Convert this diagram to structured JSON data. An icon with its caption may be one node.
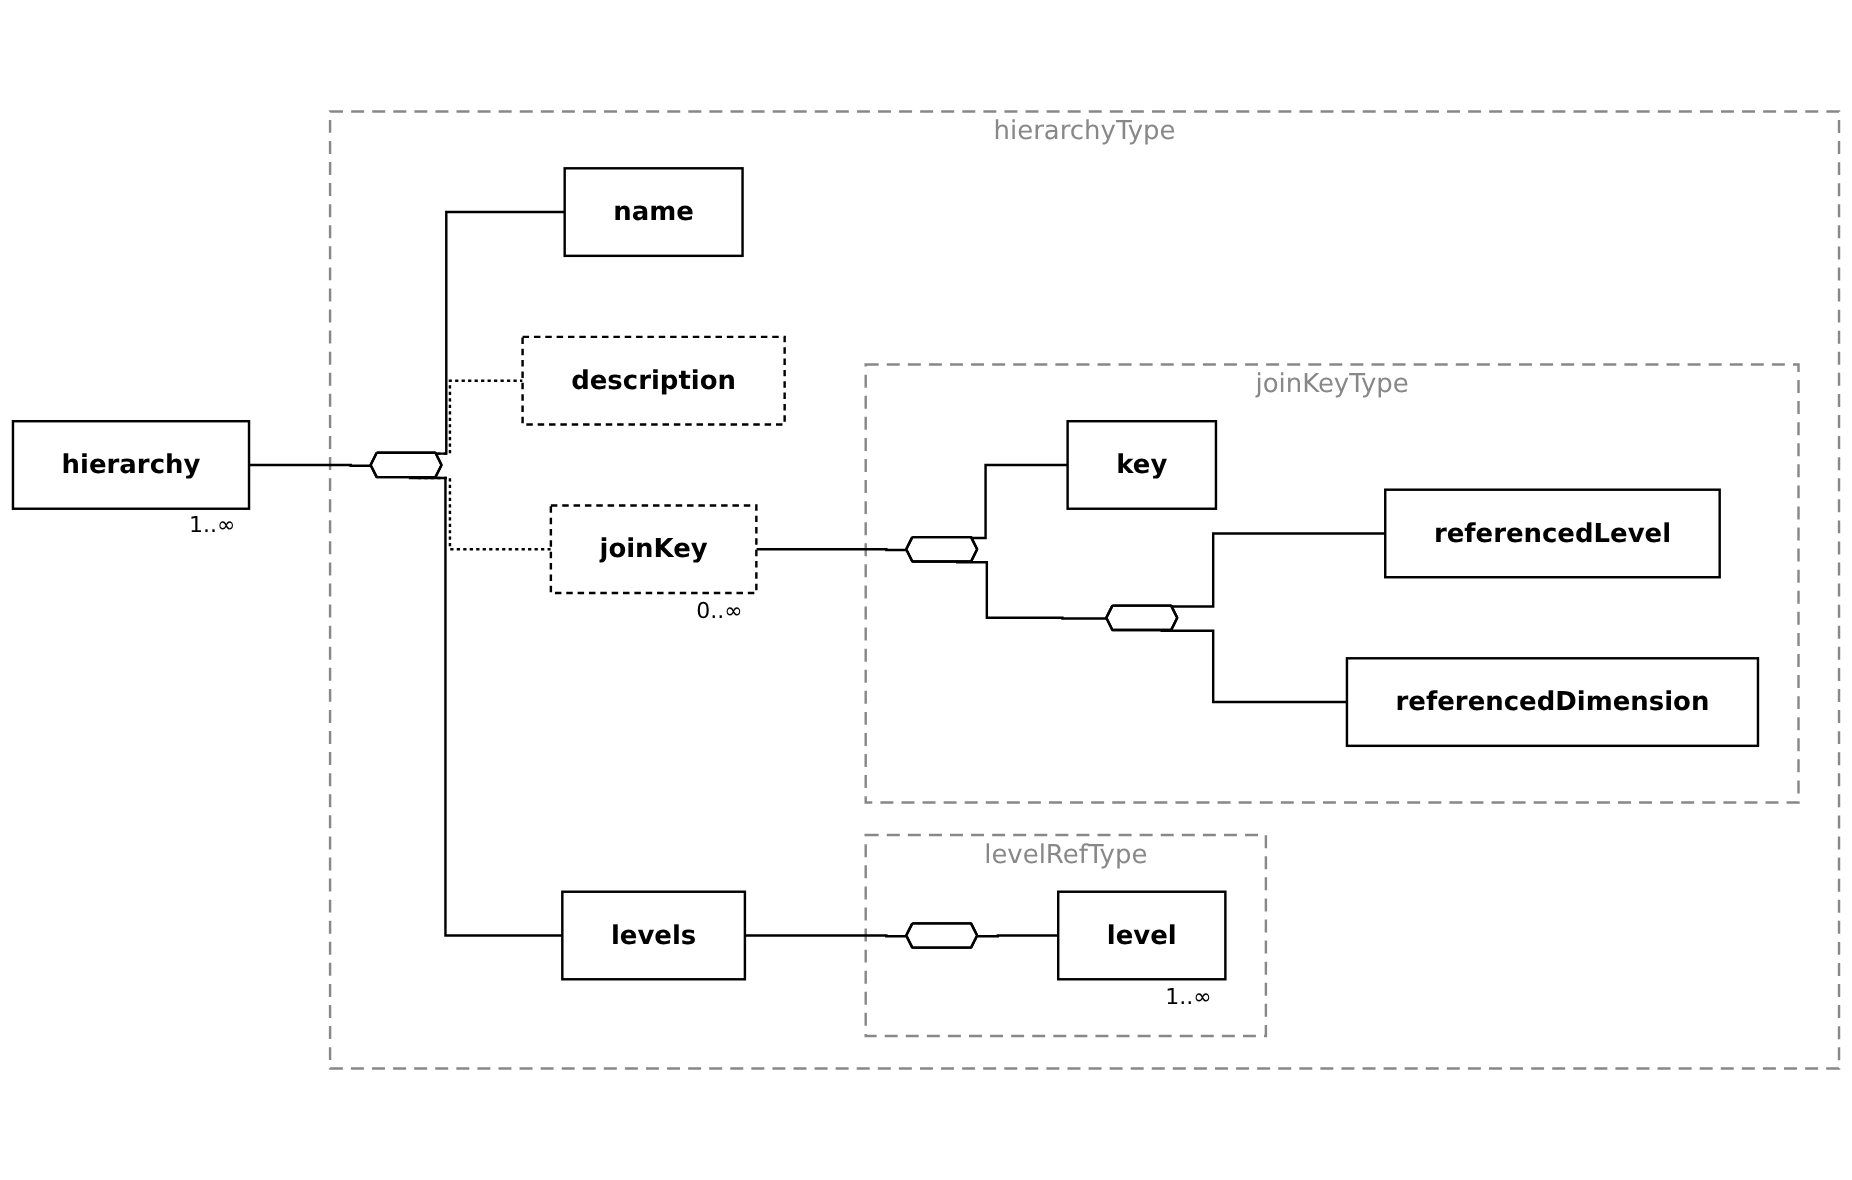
{
  "diagram": {
    "nodes": [
      {
        "text": [
          "hierarchy"
        ],
        "beside": [
          "1..∞"
        ]
      },
      {
        "text": [
          "hierarchyType"
        ]
      },
      {
        "text": [],
        "shape": "octagon",
        "in": 1
      },
      {
        "text": [
          "name"
        ],
        "in": 1
      },
      {
        "text": [
          "description"
        ],
        "in": 1
      },
      {
        "text": [
          "levels"
        ],
        "in": 1
      },
      {
        "text": [
          "levelRefType"
        ],
        "in": 1
      },
      {
        "text": [],
        "shape": "octagon",
        "in": 6
      },
      {
        "text": [
          "level"
        ],
        "beside": [
          "1..∞"
        ],
        "in": 6
      },
      {
        "text": [
          "joinKey"
        ],
        "beside": [
          "0..∞"
        ],
        "in": 1
      },
      {
        "text": [
          "joinKeyType"
        ],
        "in": 1
      },
      {
        "text": [],
        "shape": "octagon",
        "in": 10
      },
      {
        "text": [
          "key"
        ],
        "in": 10
      },
      {
        "text": [],
        "shape": "octagon",
        "in": 10
      },
      {
        "text": [
          "referencedLevel"
        ],
        "in": 10
      },
      {
        "text": [
          "referencedDimension"
        ],
        "in": 10
      }
    ],
    "edges": [
      {
        "from": 0,
        "to": 2,
        "arrow": "none"
      },
      {
        "from": 2,
        "to": 3,
        "arrow": "none"
      },
      {
        "from": 2,
        "to": 4,
        "arrow": "none",
        "style": "dashed"
      },
      {
        "from": 2,
        "to": 5,
        "arrow": "none"
      },
      {
        "from": 2,
        "to": 9,
        "arrow": "none",
        "style": "dashed"
      },
      {
        "from": 5,
        "to": 7,
        "arrow": "none"
      },
      {
        "from": 7,
        "to": 8,
        "arrow": "none"
      },
      {
        "from": 9,
        "to": 11,
        "arrow": "none"
      },
      {
        "from": 11,
        "to": 12,
        "arrow": "none"
      },
      {
        "from": 11,
        "to": 13,
        "arrow": "none"
      },
      {
        "from": 13,
        "to": 14,
        "arrow": "none"
      },
      {
        "from": 13,
        "to": 15,
        "arrow": "none"
      }
    ]
  }
}
